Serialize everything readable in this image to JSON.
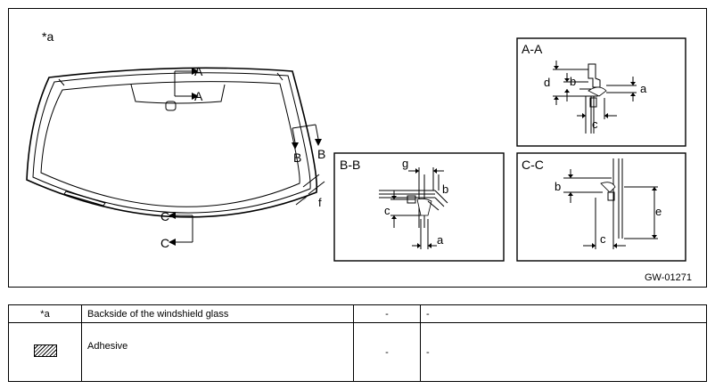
{
  "figure": {
    "view_label": "*a",
    "section_marks": [
      "A",
      "A",
      "B",
      "B",
      "C",
      "C"
    ],
    "dim_marks": {
      "f": "f"
    },
    "figure_code": "GW-01271",
    "panels": {
      "aa": {
        "title": "A-A",
        "dims": [
          "d",
          "b",
          "a",
          "c"
        ]
      },
      "bb": {
        "title": "B-B",
        "dims": [
          "g",
          "b",
          "c",
          "a"
        ]
      },
      "cc": {
        "title": "C-C",
        "dims": [
          "b",
          "e",
          "c"
        ]
      }
    }
  },
  "legend": [
    {
      "key": "*a",
      "description": "Backside of the windshield glass",
      "col3": "-",
      "col4": "-"
    },
    {
      "key_icon": "adhesive-hatch",
      "description": "Adhesive",
      "col3": "-",
      "col4": "-"
    }
  ]
}
